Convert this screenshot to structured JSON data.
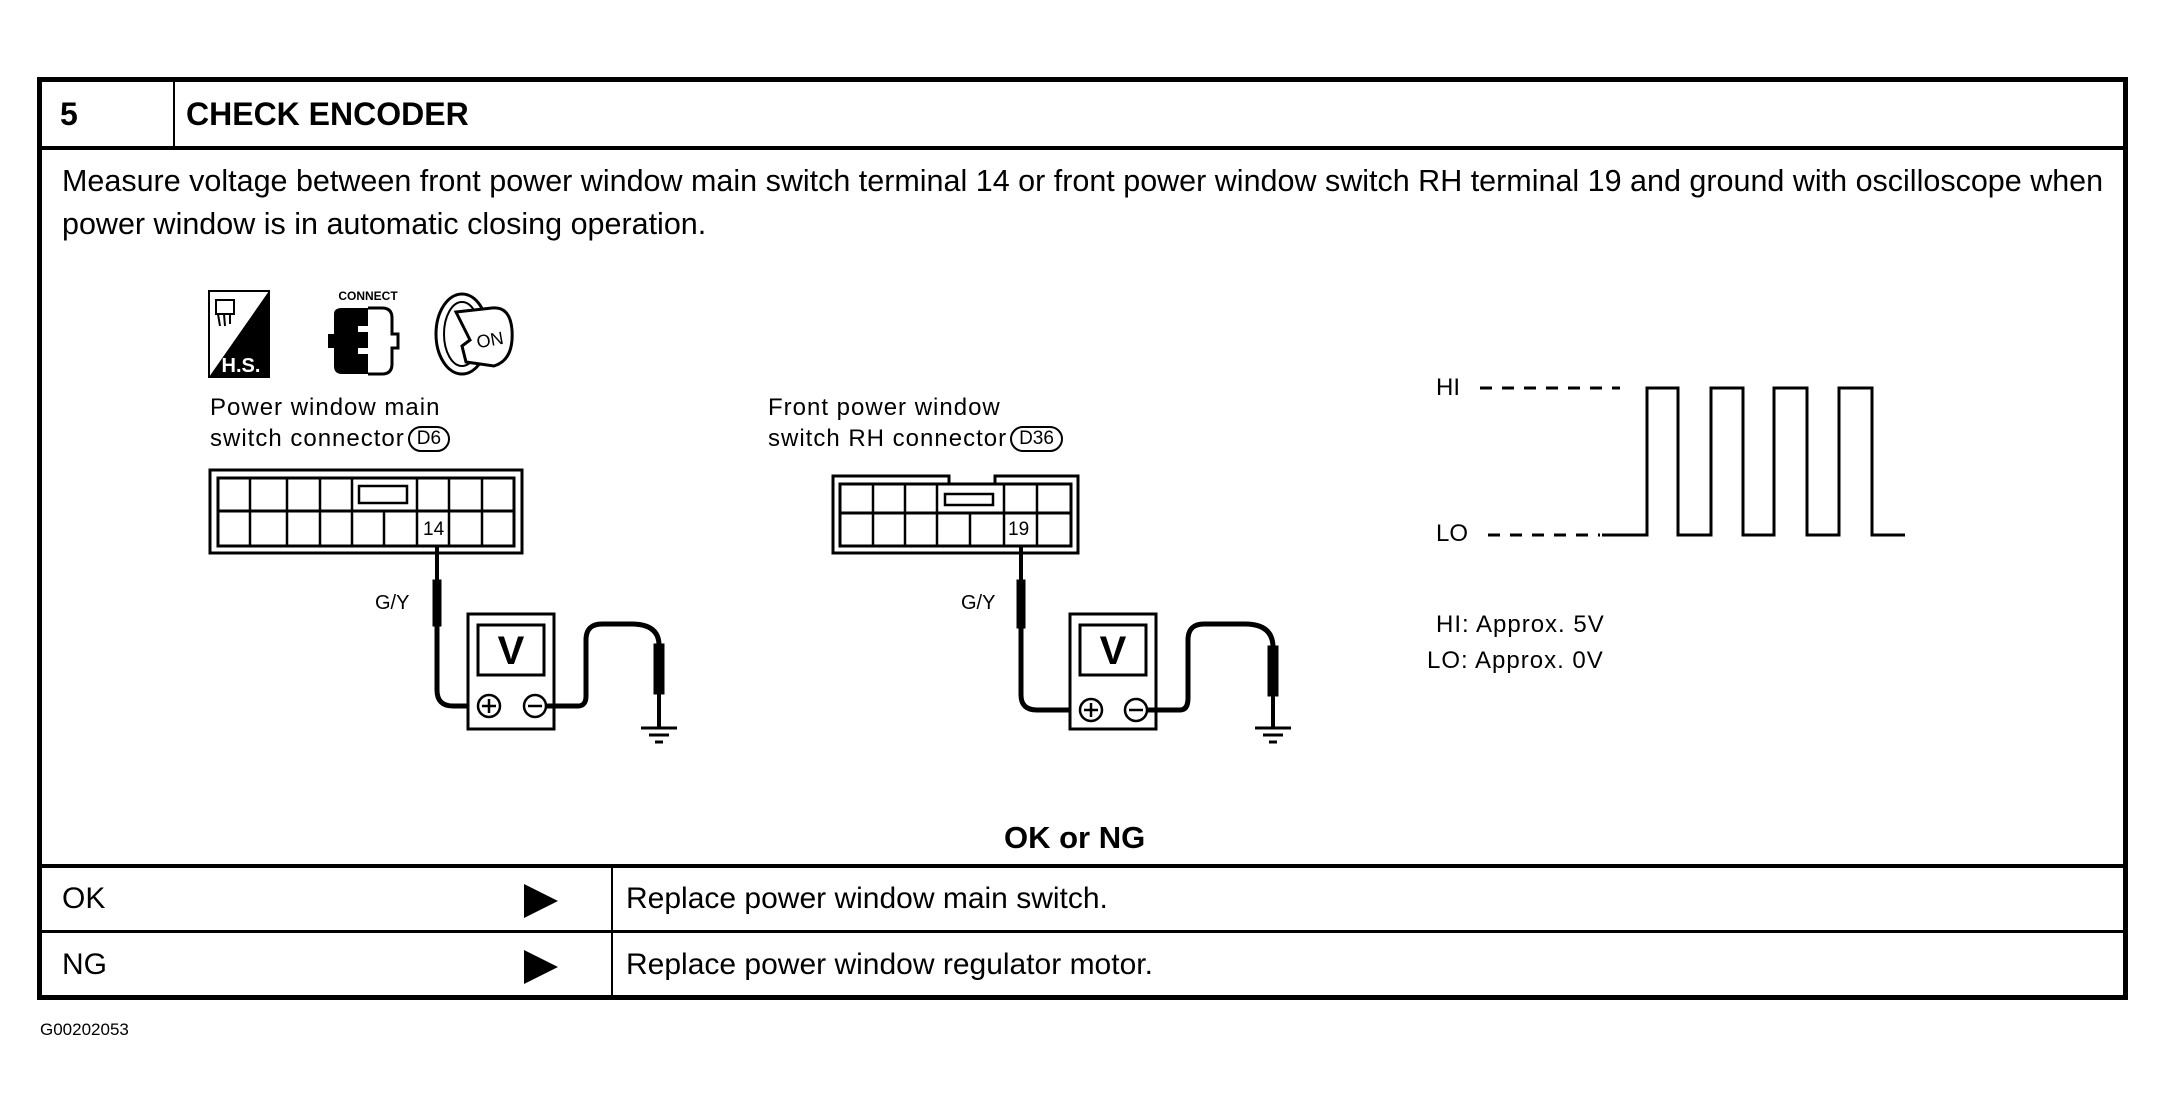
{
  "step": {
    "number": "5",
    "title": "CHECK ENCODER"
  },
  "description": "Measure voltage between front power window main switch terminal 14 or front power window switch RH terminal 19 and ground with oscilloscope when power window is in automatic closing operation.",
  "icons": [
    {
      "name": "harness-side-icon",
      "label": "H.S."
    },
    {
      "name": "connect-icon",
      "label": "CONNECT"
    },
    {
      "name": "ignition-on-icon",
      "label": "ON"
    }
  ],
  "connectors": [
    {
      "label_line1": "Power window main",
      "label_line2": "switch connector",
      "code": "D6",
      "terminal": "14",
      "wire_color": "G/Y",
      "meter_label": "V"
    },
    {
      "label_line1": "Front power window",
      "label_line2": "switch RH connector",
      "code": "D36",
      "terminal": "19",
      "wire_color": "G/Y",
      "meter_label": "V"
    }
  ],
  "waveform": {
    "hi_label": "HI",
    "lo_label": "LO",
    "hi_spec": "HI:  Approx.  5V",
    "lo_spec": "LO:  Approx.  0V"
  },
  "judgement": {
    "title": "OK or NG",
    "rows": [
      {
        "result": "OK",
        "action": "Replace power window main switch."
      },
      {
        "result": "NG",
        "action": "Replace power window regulator motor."
      }
    ]
  },
  "figure_id": "G00202053"
}
